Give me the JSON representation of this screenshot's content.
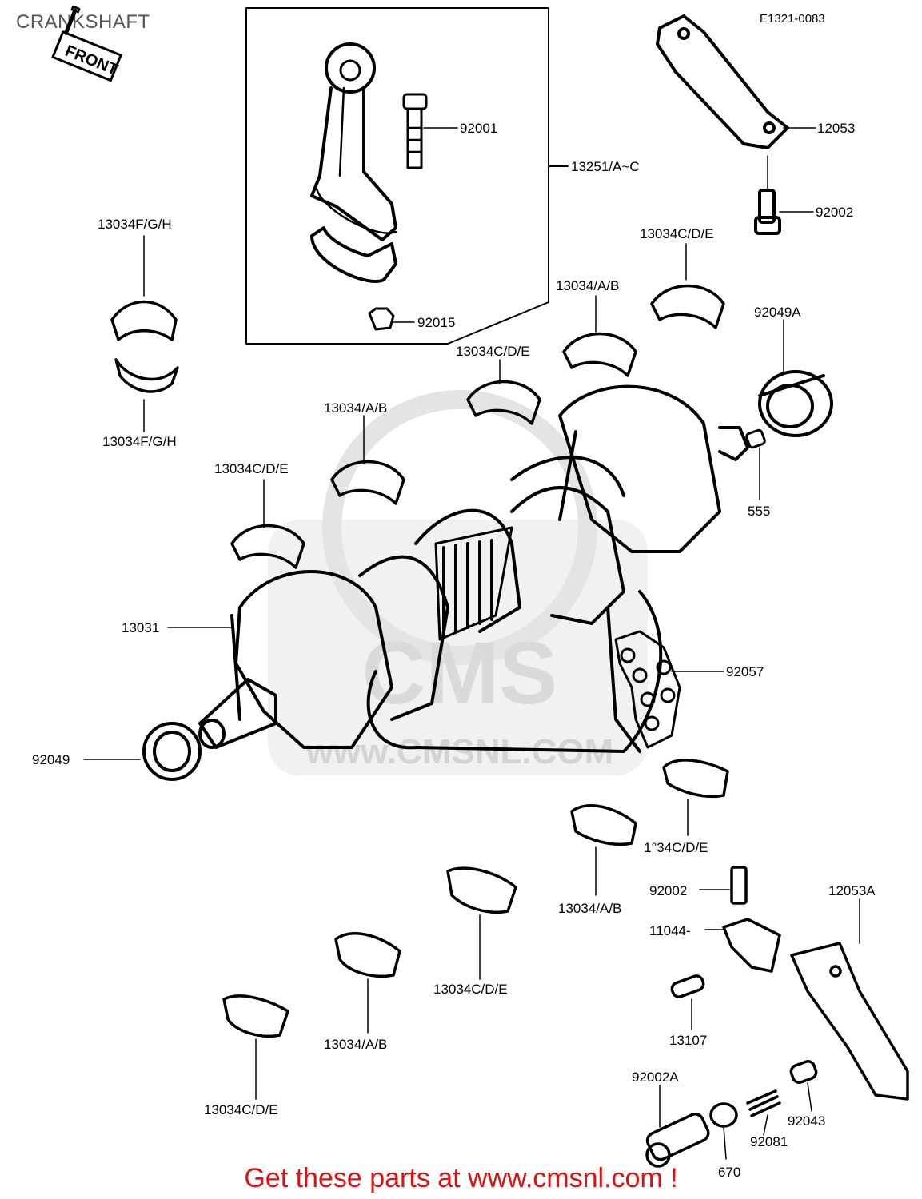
{
  "page": {
    "title": "CRANKSHAFT",
    "footer": "Get these parts at www.cmsnl.com !",
    "drawing_code": "E1321-0083"
  },
  "watermark": {
    "text": "www.CMSNL.COM",
    "brand": "CMS"
  },
  "colors": {
    "line": "#000000",
    "watermark": "#d9d9d9",
    "footer": "#e01010",
    "title": "#555555"
  },
  "front_marker": "FRONT",
  "parts": {
    "p92001": "92001",
    "p13251": "13251/A~C",
    "p12053": "12053",
    "p92002_top": "92002",
    "p13034FGH_top": "13034F/G/H",
    "p13034FGH_bottom": "13034F/G/H",
    "p13034CDE_1": "13034C/D/E",
    "p13034AB_1": "13034/A/B",
    "p92049A": "92049A",
    "p92015": "92015",
    "p13034CDE_2": "13034C/D/E",
    "p13034AB_2": "13034/A/B",
    "p13034CDE_3": "13034C/D/E",
    "p555": "555",
    "p13031": "13031",
    "p92057": "92057",
    "p92049": "92049",
    "p13034CDE_4": "1°34C/D/E",
    "p13034AB_3": "13034/A/B",
    "p92002_bottom": "92002",
    "p12053A": "12053A",
    "p11044": "11044-",
    "p13034CDE_5": "13034C/D/E",
    "p13034AB_4": "13034/A/B",
    "p13107": "13107",
    "p13034CDE_6": "13034C/D/E",
    "p92002A": "92002A",
    "p92043": "92043",
    "p92081": "92081",
    "p670": "670"
  }
}
